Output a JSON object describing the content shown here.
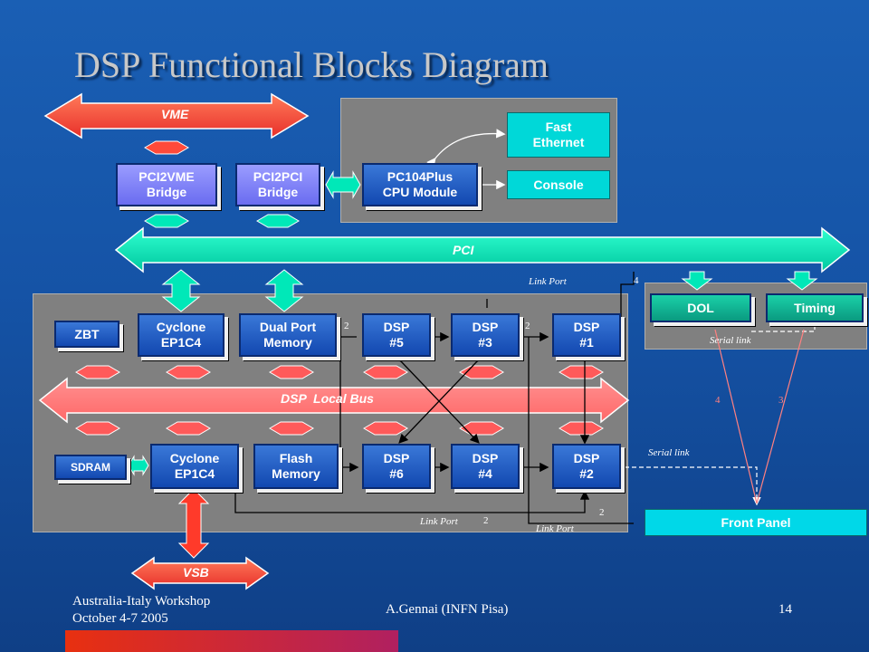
{
  "title": "DSP Functional Blocks Diagram",
  "buses": {
    "vme": "VME",
    "pci": "PCI",
    "dsp_local_bus": "DSP  Local Bus",
    "vsb": "VSB"
  },
  "blocks": {
    "pci2vme": "PCI2VME\nBridge",
    "pci2pci": "PCI2PCI\nBridge",
    "pc104": "PC104Plus\nCPU Module",
    "fast_ethernet": "Fast\nEthernet",
    "console": "Console",
    "dol": "DOL",
    "timing": "Timing",
    "zbt": "ZBT",
    "cyclone_top": "Cyclone\nEP1C4",
    "dual_port": "Dual Port\nMemory",
    "dsp5": "DSP\n#5",
    "dsp3": "DSP\n#3",
    "dsp1": "DSP\n#1",
    "sdram": "SDRAM",
    "cyclone_bottom": "Cyclone\nEP1C4",
    "flash": "Flash\nMemory",
    "dsp6": "DSP\n#6",
    "dsp4": "DSP\n#4",
    "dsp2": "DSP\n#2",
    "front_panel": "Front Panel"
  },
  "labels": {
    "link_port_top": "Link Port",
    "link_port_bottom_left": "Link Port",
    "link_port_bottom_right": "Link Port",
    "serial_link_top": "Serial link",
    "serial_link_bottom": "Serial link",
    "n_4a": "4",
    "n_2a": "2",
    "n_2b": "2",
    "n_4b": "4",
    "n_3": "3",
    "n_2c": "2",
    "n_2d": "2"
  },
  "footer": {
    "event_line1": "Australia-Italy Workshop",
    "event_line2": "October 4-7 2005",
    "author": "A.Gennai (INFN Pisa)",
    "page": "14"
  },
  "colors": {
    "bus_red": "#ff5a3c",
    "bus_pink": "#ff7a7a",
    "bus_cyan": "#00e8b8",
    "block_blue": "#1a5ad0",
    "block_lavender": "#8a8cff"
  }
}
